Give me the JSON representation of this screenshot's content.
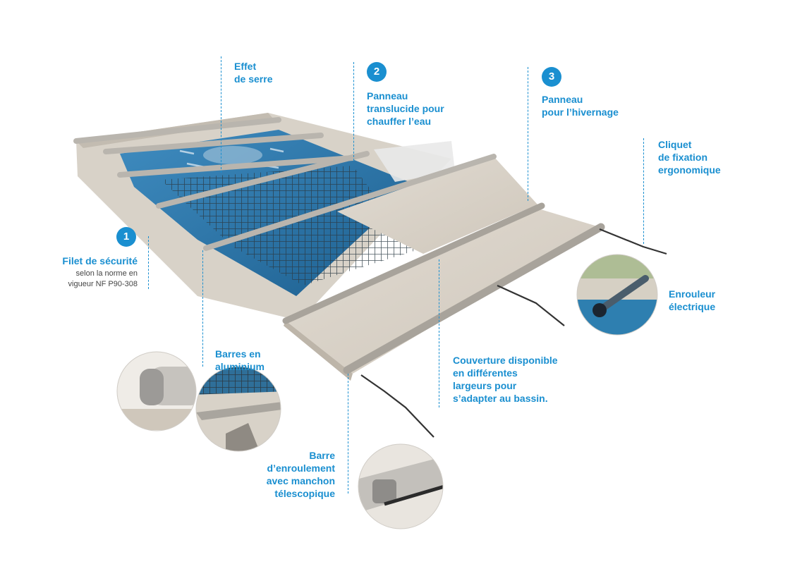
{
  "colors": {
    "accent": "#1a8fd0",
    "cover_beige": "#d7d0c6",
    "pool_water": "#1f6fa3",
    "aluminium_bar": "#b9b5ae",
    "net": "#2b3a44"
  },
  "labels": {
    "effet_serre": "Effet\nde serre",
    "panneau_translucide": "Panneau\ntranslucide pour\nchauffer l’eau",
    "panneau_hivernage": "Panneau\npour l’hivernage",
    "cliquet": "Cliquet\nde fixation\nergonomique",
    "filet_title": "Filet de sécurité",
    "filet_sub": "selon la norme en\nvigueur NF P90-308",
    "enrouleur": "Enrouleur\nélectrique",
    "barres_alu": "Barres en\naluminium",
    "couverture": "Couverture disponible\nen différentes\nlargeurs pour\ns’adapter au bassin.",
    "barre_enroulement": "Barre\nd’enroulement\navec manchon\ntélescopique"
  },
  "badges": {
    "one": "1",
    "two": "2",
    "three": "3"
  },
  "icons": {
    "detail_endcap": "bar-endcap-detail",
    "detail_bar_on_net": "bar-over-net-detail",
    "detail_roller_tube": "roller-tube-detail",
    "detail_motor": "electric-motor-detail"
  }
}
